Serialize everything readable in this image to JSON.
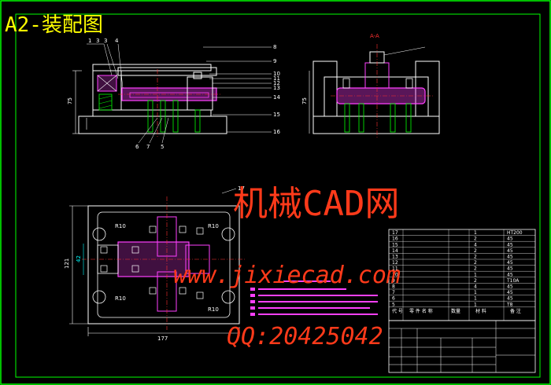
{
  "title": "A2-装配图",
  "watermark": {
    "line1": "机械CAD网",
    "line2": "www.jixiecad.com",
    "line3": "QQ:20425042"
  },
  "views": {
    "front": {
      "dim_height": "75"
    },
    "side": {
      "label": "A-A",
      "dim_height": "75"
    },
    "plan": {
      "dim_width": "177",
      "dim_height": "121",
      "dim_inner": "42",
      "r_labels": [
        "R10",
        "R10",
        "R10",
        "R10"
      ]
    }
  },
  "balloons": {
    "right": [
      "8",
      "9",
      "10",
      "11",
      "12",
      "13",
      "14",
      "15",
      "16"
    ],
    "bottom_left": [
      "6",
      "7",
      "5"
    ],
    "top_left": [
      "1",
      "3",
      "3",
      "4"
    ],
    "plan_top": "17"
  },
  "bom_header": {
    "code": "代 号",
    "name": "零 件 名 称",
    "qty": "数量",
    "material": "材 料",
    "remark": "备 注"
  },
  "bom_rows": [
    {
      "no": "17",
      "qty": "1",
      "mat": "HT200"
    },
    {
      "no": "16",
      "qty": "2",
      "mat": "45"
    },
    {
      "no": "15",
      "qty": "4",
      "mat": "45"
    },
    {
      "no": "14",
      "qty": "2",
      "mat": "45"
    },
    {
      "no": "13",
      "qty": "2",
      "mat": "45"
    },
    {
      "no": "12",
      "qty": "2",
      "mat": "45"
    },
    {
      "no": "11",
      "qty": "2",
      "mat": "45"
    },
    {
      "no": "10",
      "qty": "1",
      "mat": "45"
    },
    {
      "no": "9",
      "qty": "2",
      "mat": "T10A"
    },
    {
      "no": "8",
      "qty": "4",
      "mat": "45"
    },
    {
      "no": "7",
      "qty": "1",
      "mat": "45"
    },
    {
      "no": "6",
      "qty": "1",
      "mat": "45"
    },
    {
      "no": "5",
      "qty": "1",
      "mat": "T8"
    }
  ],
  "colors": {
    "frame": "#00ff00",
    "outline": "#ffffff",
    "part": "#ff40ff",
    "dim": "#00ffff",
    "watermark": "#ff3a1a",
    "title": "#ffff00"
  }
}
